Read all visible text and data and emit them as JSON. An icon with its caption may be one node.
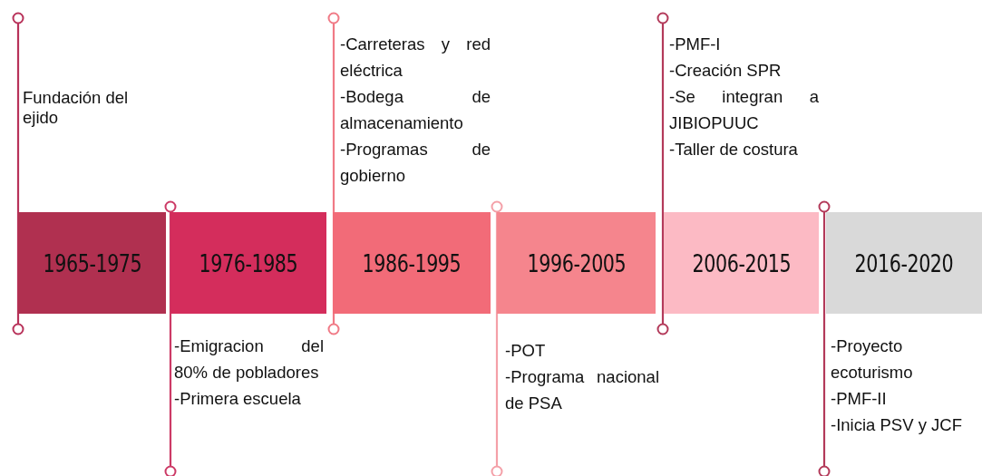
{
  "diagram": {
    "nodes": [
      {
        "text": [
          "1965-1975"
        ]
      },
      {
        "text": [
          "1976-1985"
        ],
        "beside": [
          "-Emigracion del 80% de pobladores",
          "-Primera escuela"
        ]
      },
      {
        "text": [
          "1986-1995"
        ],
        "beside": [
          "-Carreteras y red eléctrica",
          "-Bodega de almacenamiento",
          "-Programas de gobierno"
        ]
      },
      {
        "text": [
          "1996-2005"
        ],
        "beside": [
          "-POT",
          "-Programa nacional de PSA"
        ]
      },
      {
        "text": [
          "2006-2015"
        ],
        "beside": [
          "-PMF-I",
          "-Creación SPR",
          "-Se integran a JIBIOPUUC",
          "-Taller de costura"
        ]
      },
      {
        "text": [
          "2016-2020"
        ],
        "beside": [
          "-Proyecto ecoturismo",
          "-PMF-II",
          "-Inicia PSV y JCF"
        ]
      }
    ],
    "labels": [
      "Fundación del ejido"
    ]
  }
}
